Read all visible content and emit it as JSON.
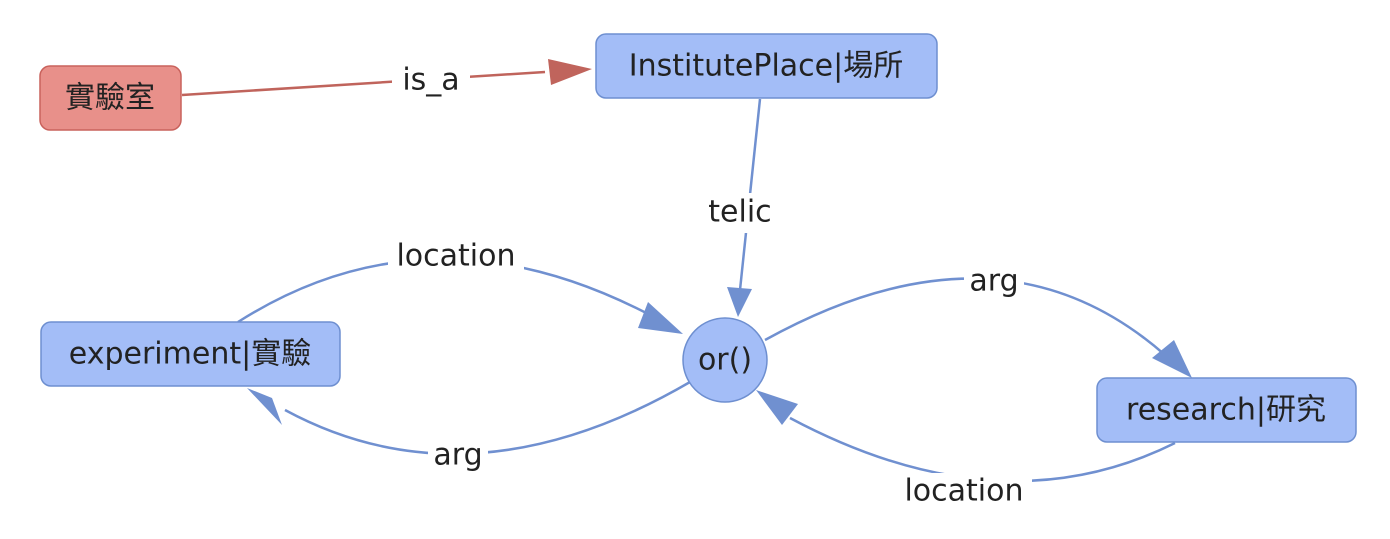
{
  "colors": {
    "root_fill": "#e8908a",
    "root_stroke": "#c9625c",
    "node_fill": "#a3bdf7",
    "node_stroke": "#6e8fd0",
    "edge_blue": "#7090d0",
    "edge_red": "#c0645c"
  },
  "nodes": {
    "root": "實驗室",
    "institute": "InstitutePlace|場所",
    "or": "or()",
    "experiment": "experiment|實驗",
    "research": "research|研究"
  },
  "edges": {
    "is_a": "is_a",
    "telic": "telic",
    "location_left": "location",
    "arg_left": "arg",
    "arg_right": "arg",
    "location_right": "location"
  }
}
